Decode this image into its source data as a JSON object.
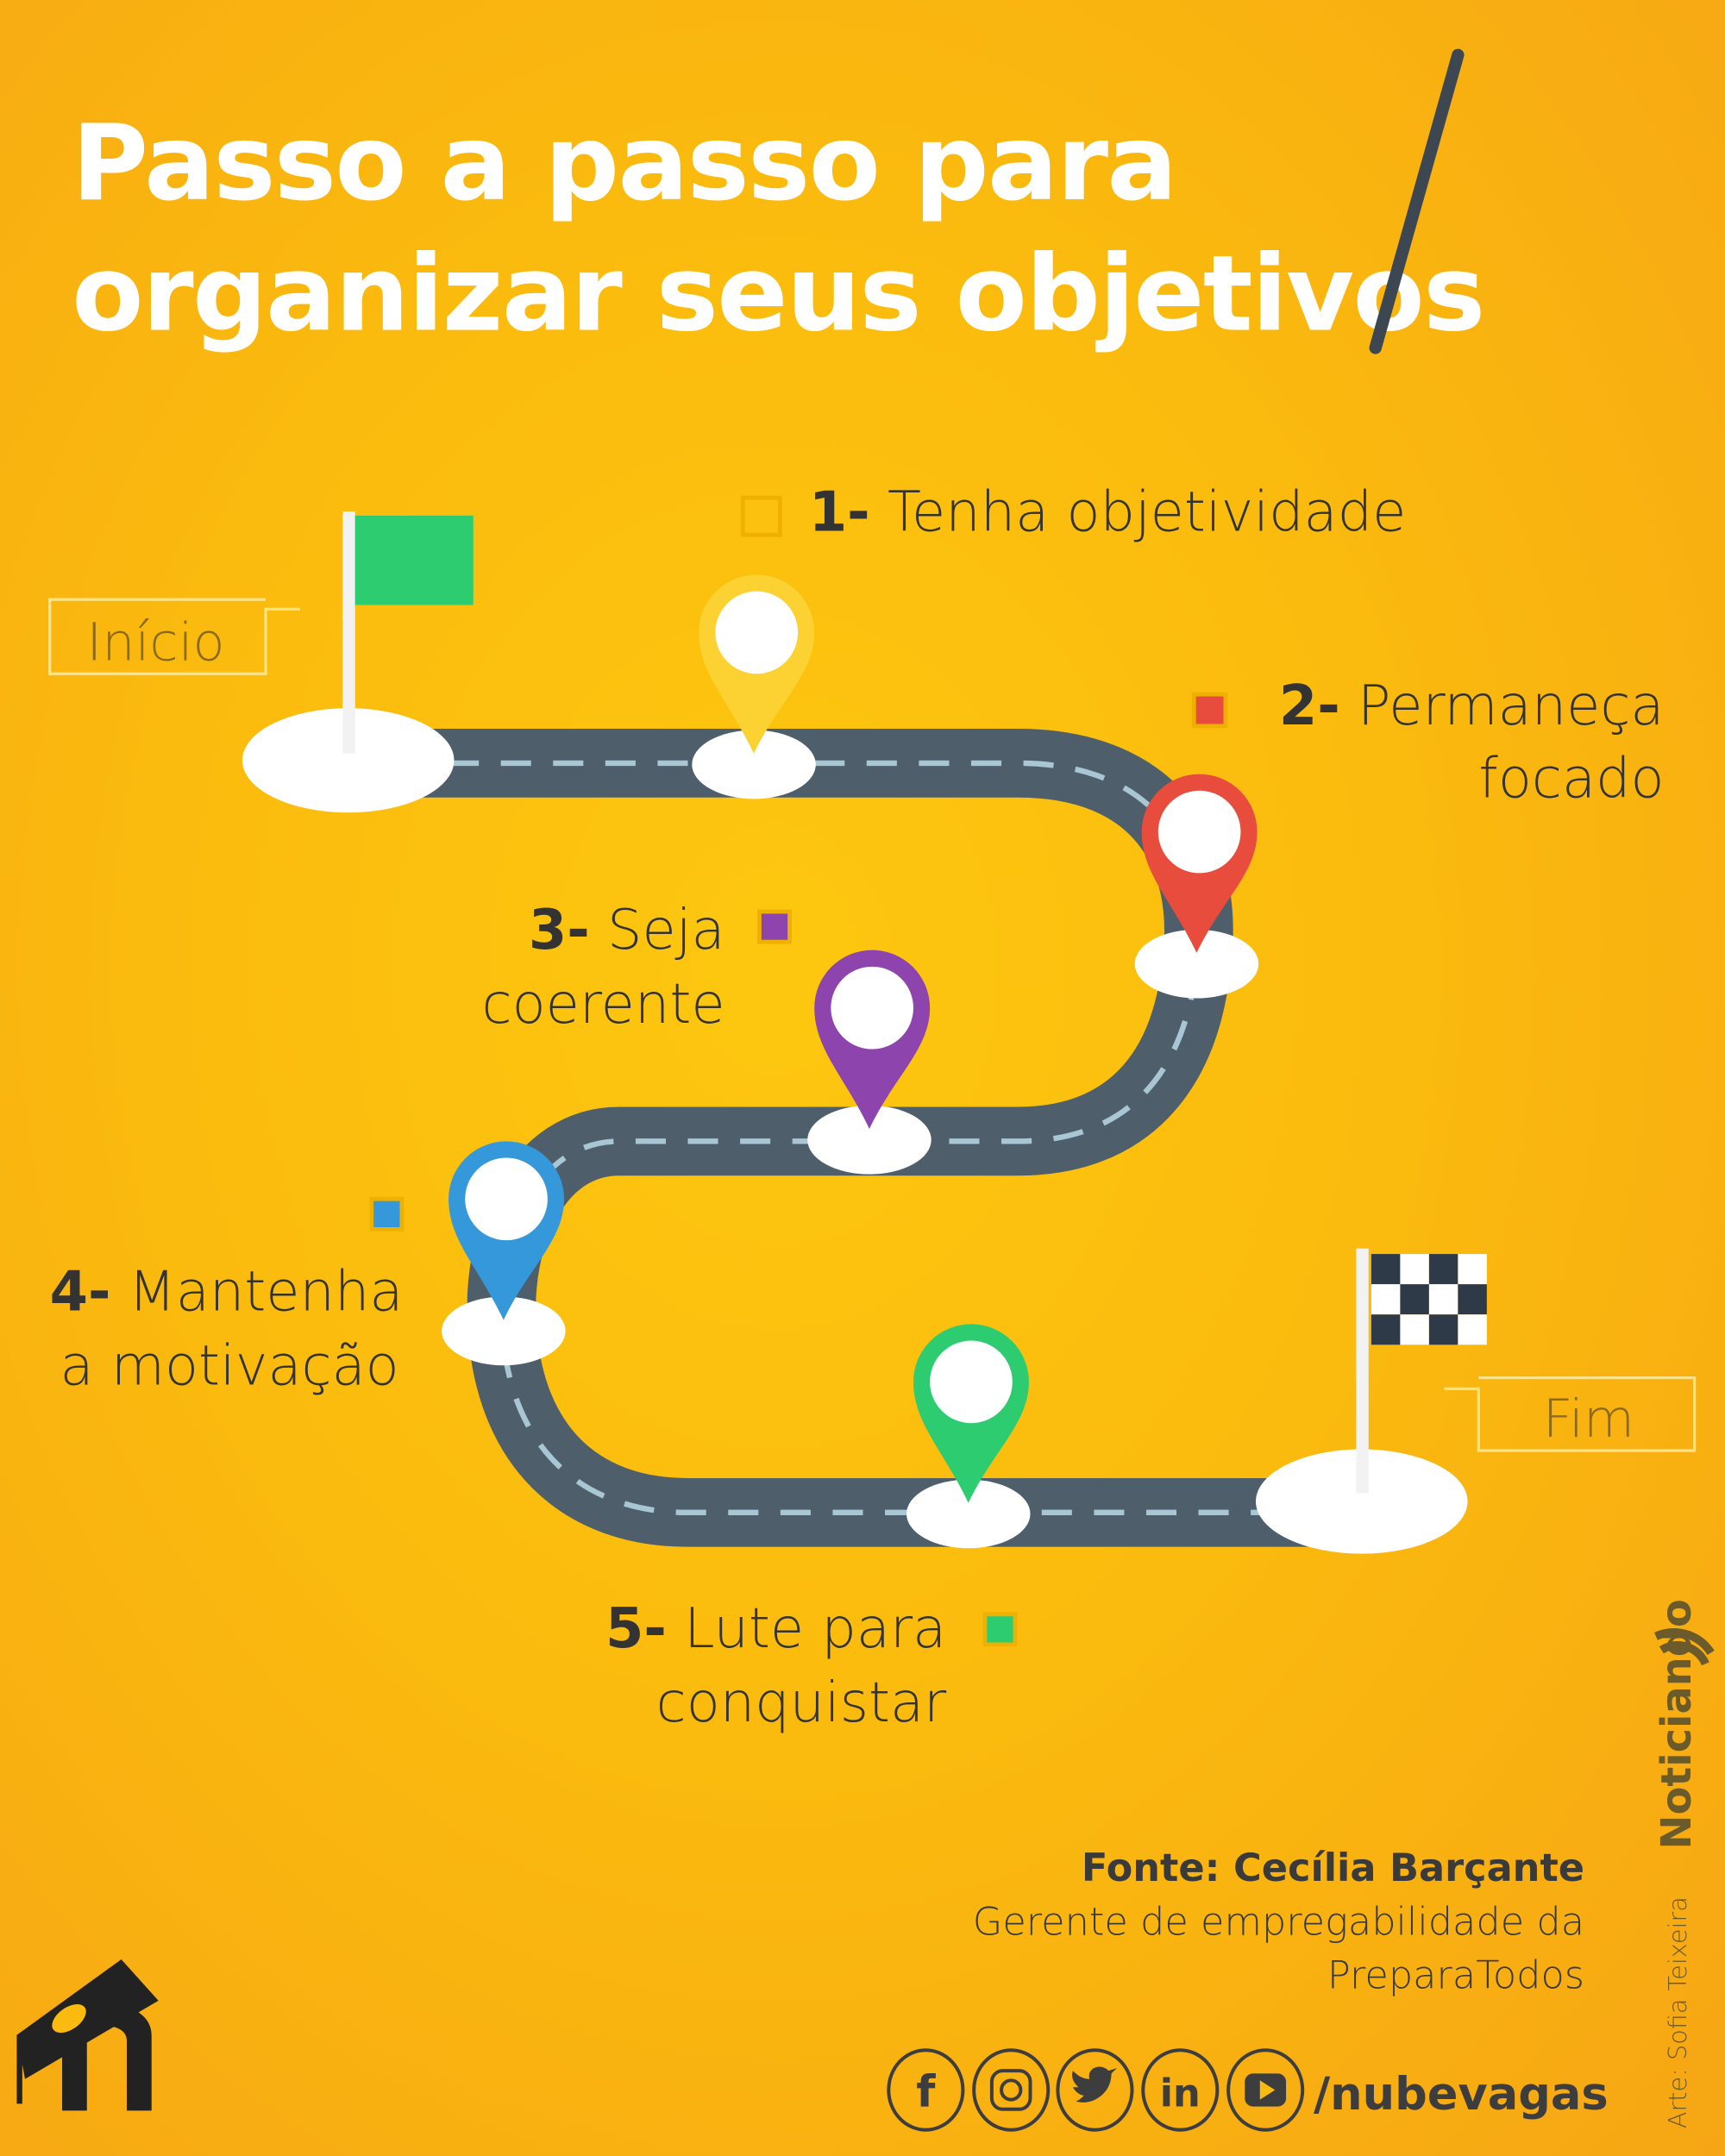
{
  "title": {
    "line1": "Passo a passo para",
    "line2": "organizar seus objetivos"
  },
  "start_label": "Início",
  "end_label": "Fim",
  "steps": [
    {
      "num": "1-",
      "line1": "Tenha objetividade",
      "line2": "",
      "color": "#fcd232"
    },
    {
      "num": "2-",
      "line1": "Permaneça",
      "line2": "focado",
      "color": "#e74c3c"
    },
    {
      "num": "3-",
      "line1": "Seja",
      "line2": "coerente",
      "color": "#8e44ad"
    },
    {
      "num": "4-",
      "line1": "Mantenha",
      "line2": "a motivação",
      "color": "#3498db"
    },
    {
      "num": "5-",
      "line1": "Lute para",
      "line2": "conquistar",
      "color": "#2ecc71"
    }
  ],
  "source": {
    "label": "Fonte: Cecília Barçante",
    "line2": "Gerente de empregabilidade da",
    "line3": "PreparaTodos"
  },
  "social": {
    "icons": [
      "facebook-icon",
      "instagram-icon",
      "twitter-icon",
      "linkedin-icon",
      "youtube-icon"
    ],
    "handle": "/nubevagas",
    "fb": "f",
    "in": "in"
  },
  "brand": "Noticiando",
  "credit": "Arte: Sofia Teixeira",
  "colors": {
    "road": "#4e5f6b",
    "dash": "#a9c6d4",
    "flag_green": "#2ecc71",
    "text_dark": "#333333"
  }
}
